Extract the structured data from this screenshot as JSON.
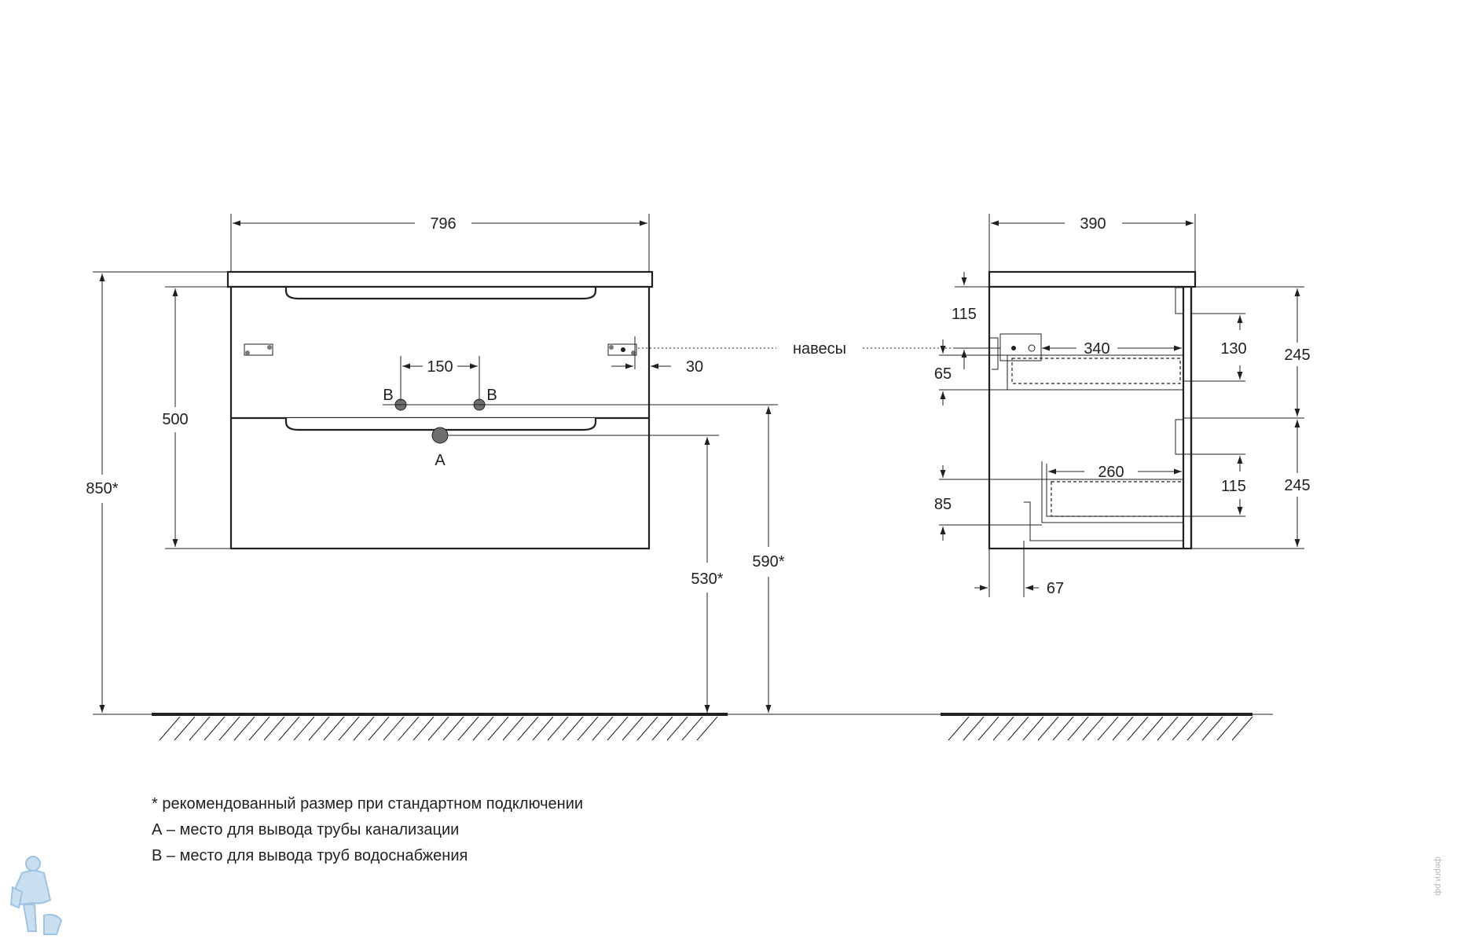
{
  "front_view": {
    "width": "796",
    "height_total": "850*",
    "body_height": "500",
    "supply_spacing": "150",
    "hanger_offset": "30",
    "supply_label_left": "B",
    "supply_label_right": "B",
    "drain_label": "A",
    "drain_height": "530*",
    "supply_height": "590*"
  },
  "side_view": {
    "depth": "390",
    "hanger_top": "115",
    "hanger_depth": "340",
    "hanger_label": "навесы",
    "upper_drawer_top": "130",
    "upper_drawer_height": "65",
    "lower_drawer_depth": "260",
    "lower_drawer_top": "115",
    "lower_drawer_height": "85",
    "upper_section": "245",
    "lower_section": "245",
    "back_offset": "67"
  },
  "notes": [
    "* рекомендованный размер при стандартном подключении",
    "А – место для вывода трубы канализации",
    "В – место для вывода труб водоснабжения"
  ],
  "watermark": "ферги.рф",
  "colors": {
    "ink": "#231f20",
    "watermark": "#b8b8b8",
    "logo": "#9fc3e0"
  }
}
